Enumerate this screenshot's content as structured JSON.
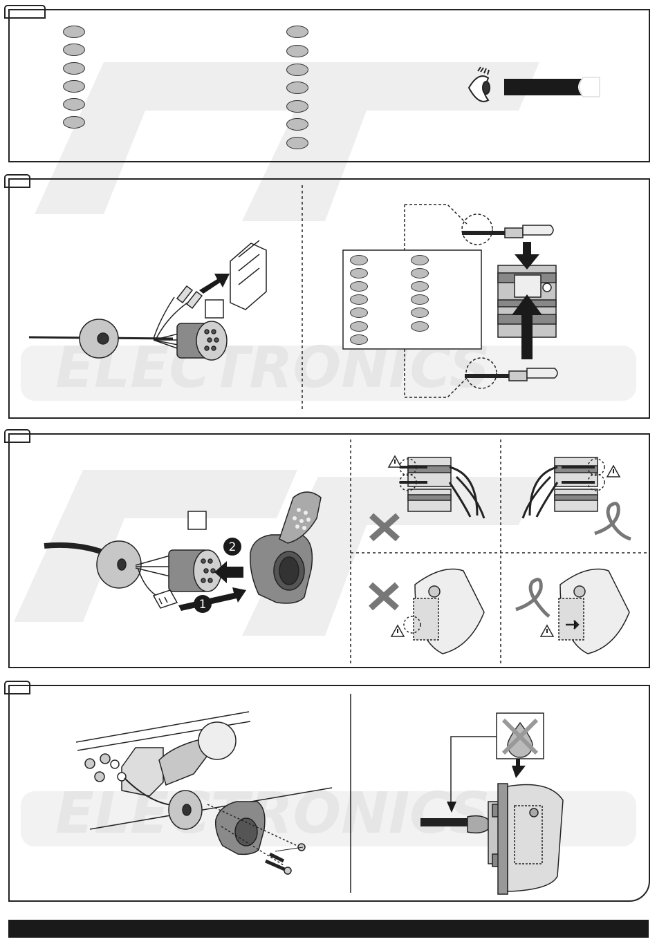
{
  "panels": [
    {
      "id": "step-1",
      "pill_groups": [
        6,
        7
      ]
    },
    {
      "id": "step-2",
      "pill_groups": [
        7,
        6
      ]
    },
    {
      "id": "step-3",
      "callouts": [
        "1",
        "2"
      ]
    },
    {
      "id": "step-4"
    }
  ],
  "icons": {
    "eye": "eye-icon",
    "warning": "warning-triangle-icon",
    "cross": "cross-mark-icon",
    "no_water": "no-water-drop-icon",
    "check": "check-squiggle-icon"
  },
  "colors": {
    "line": "#222222",
    "fill_gray": "#bdbdbd",
    "dark_gray": "#555555",
    "watermark": "#eeeeee",
    "bar": "#1a1a1a"
  },
  "callouts": {
    "one": "1",
    "two": "2"
  }
}
